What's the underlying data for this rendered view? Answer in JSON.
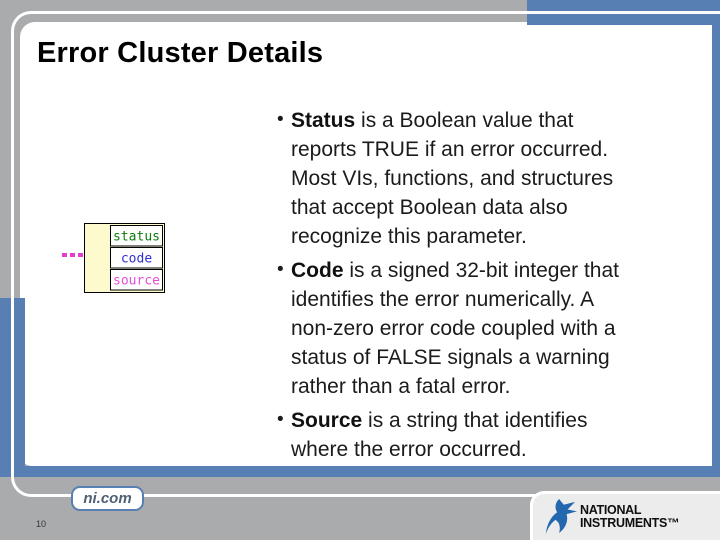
{
  "slide": {
    "title": "Error Cluster Details",
    "page_number": "10",
    "footer_badge_label": "ni.com"
  },
  "bullets": [
    {
      "marker": "•",
      "term": "Status",
      "first_rest": " is a Boolean value that",
      "lines": [
        "reports TRUE if an error occurred.",
        "Most VIs, functions, and structures",
        "that accept Boolean data also",
        "recognize this parameter."
      ]
    },
    {
      "marker": "•",
      "term": "Code",
      "first_rest": " is a signed 32-bit integer that",
      "lines": [
        "identifies the error numerically. A",
        "non-zero error code coupled with a",
        "status of FALSE signals a warning",
        "rather than a fatal error."
      ]
    },
    {
      "marker": "•",
      "term": "Source",
      "first_rest": " is a string that identifies",
      "lines": [
        "where the error occurred."
      ]
    }
  ],
  "cluster_diagram": {
    "fields": [
      {
        "label": "status",
        "color": "#0d7a0d"
      },
      {
        "label": "code",
        "color": "#2f2fd4"
      },
      {
        "label": "source",
        "color": "#e44fd8"
      }
    ],
    "shell_color": "#fdfacd",
    "wire_color": "#e23ed4"
  },
  "logo": {
    "line1": "NATIONAL",
    "line2": "INSTRUMENTS™",
    "eagle_color": "#2367ae"
  },
  "colors": {
    "background": "#a9abad",
    "accent_blue": "#587fb3",
    "card": "#ffffff",
    "logo_card": "#ececec"
  }
}
